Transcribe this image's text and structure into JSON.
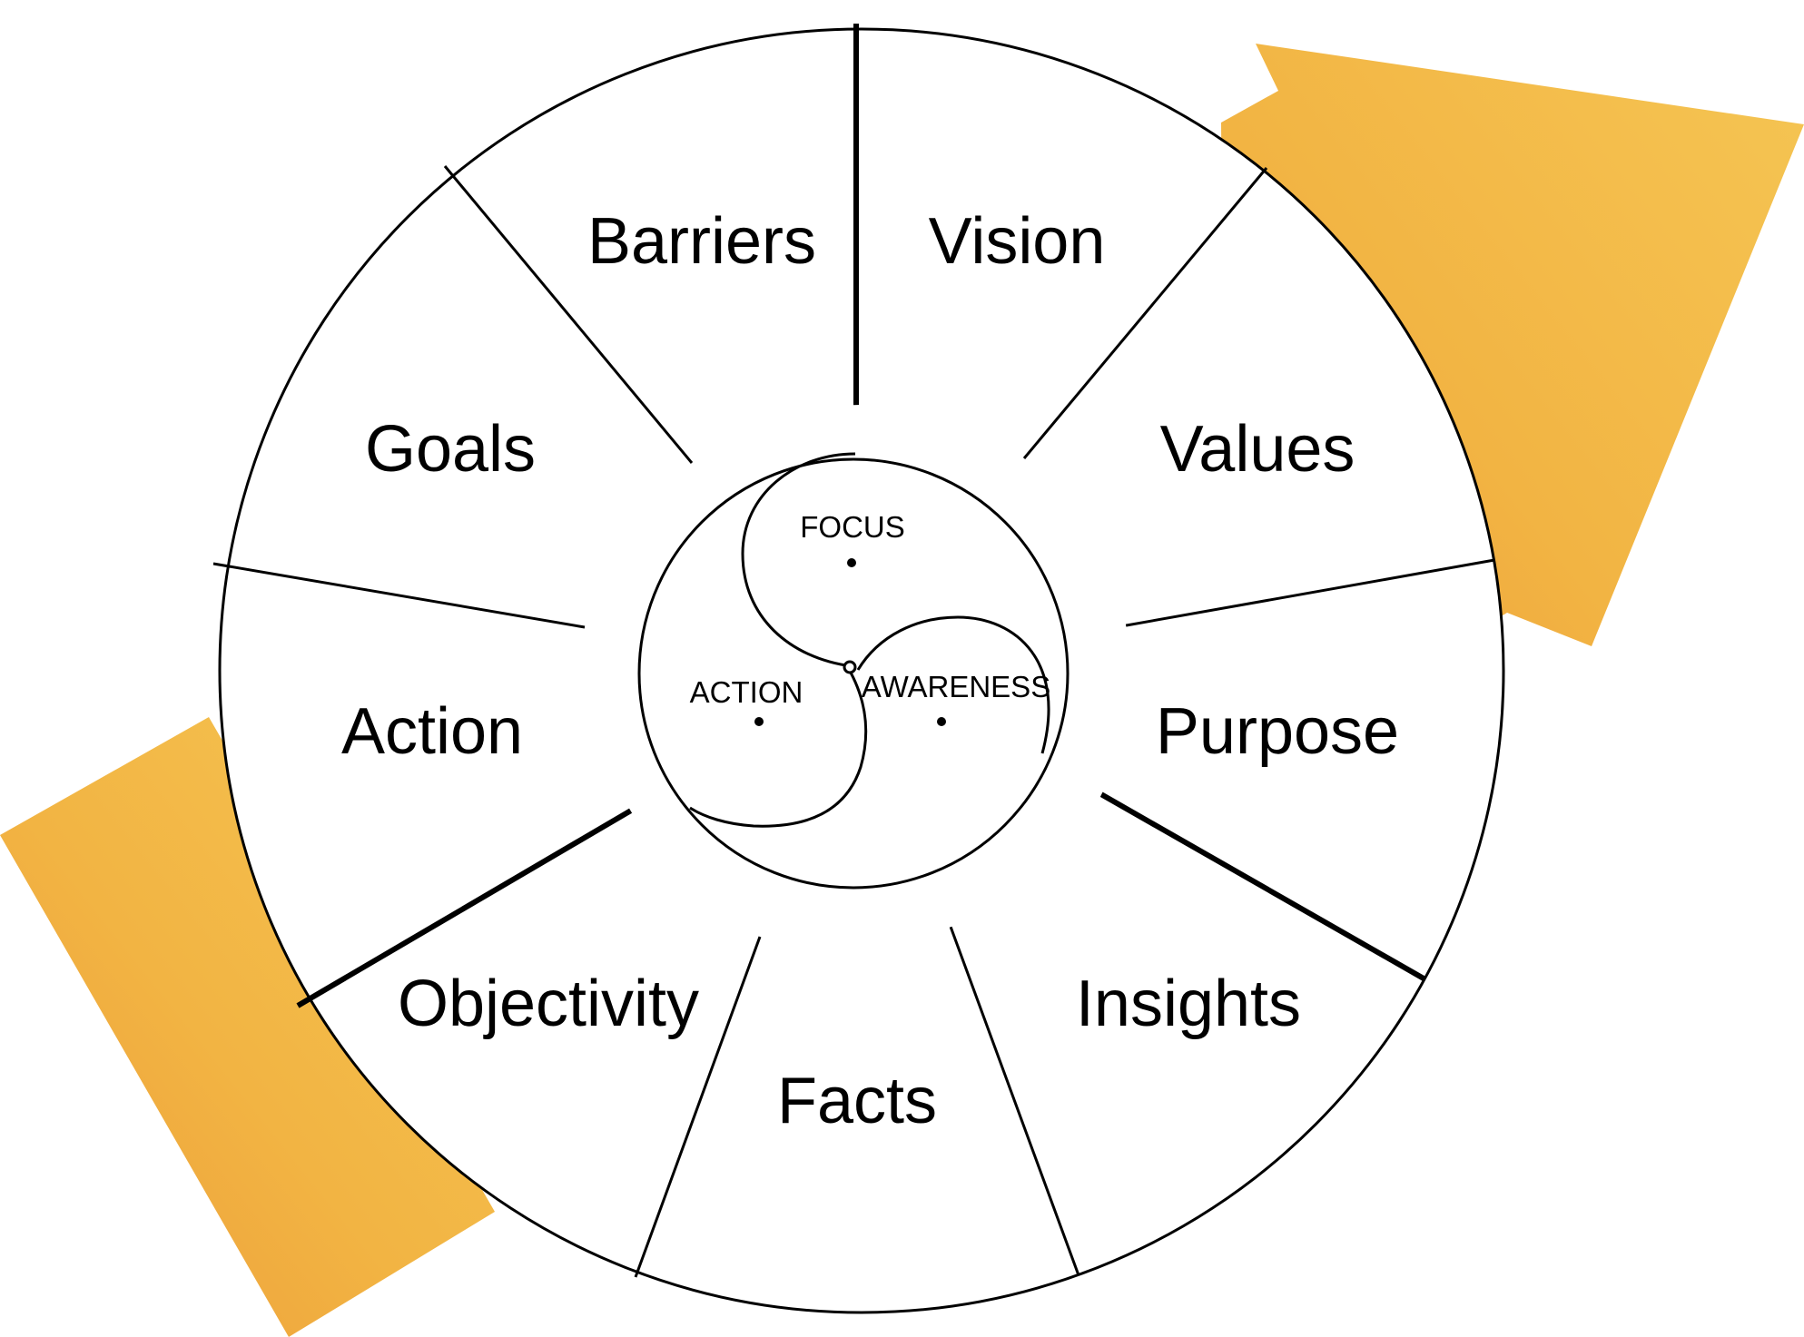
{
  "colors": {
    "arrow_gradient_start": "#ec9a38",
    "arrow_gradient_mid": "#f2b443",
    "arrow_gradient_end": "#f5c553",
    "outline": "#000000",
    "wheel_fill": "#ffffff"
  },
  "wheel": {
    "segments": [
      {
        "key": "barriers",
        "label": "Barriers"
      },
      {
        "key": "vision",
        "label": "Vision"
      },
      {
        "key": "values",
        "label": "Values"
      },
      {
        "key": "purpose",
        "label": "Purpose"
      },
      {
        "key": "insights",
        "label": "Insights"
      },
      {
        "key": "facts",
        "label": "Facts"
      },
      {
        "key": "objectivity",
        "label": "Objectivity"
      },
      {
        "key": "action",
        "label": "Action"
      },
      {
        "key": "goals",
        "label": "Goals"
      }
    ]
  },
  "core": {
    "focus": "FOCUS",
    "action": "ACTION",
    "awareness": "AWARENESS"
  }
}
